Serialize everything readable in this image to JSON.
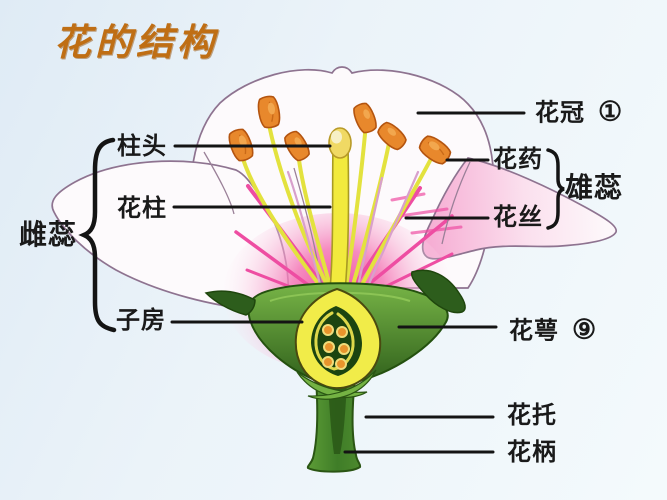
{
  "title": "花的结构",
  "labels": {
    "pistil": {
      "group": "雌蕊",
      "parts": [
        {
          "label": "柱头"
        },
        {
          "label": "花柱"
        },
        {
          "label": "子房"
        }
      ]
    },
    "stamen": {
      "group": "雄蕊",
      "parts": [
        {
          "label": "花药"
        },
        {
          "label": "花丝"
        }
      ]
    },
    "corolla": {
      "label": "花冠",
      "number": "①"
    },
    "calyx": {
      "label": "花萼",
      "number": "⑨"
    },
    "receptacle": {
      "label": "花托"
    },
    "pedicel": {
      "label": "花柄"
    }
  },
  "colors": {
    "background": "#e7f1f8",
    "title_text": "#bf6e14",
    "label_text": "#1a1a1a",
    "leader_line": "#141414",
    "petal_fill": "#fdfafc",
    "petal_outline": "#8e7390",
    "petal_pink": "#ee4da2",
    "filament_yellow": "#e3e23e",
    "anther_orange": "#e8882c",
    "style_yellow": "#f2ea3d",
    "stigma_tip": "#f0d964",
    "calyx_green": "#4f8f2f",
    "sepal_dark_green": "#2d5d1c",
    "ovary_yellow": "#f1ec49",
    "ovary_interior": "#1c4410",
    "ovule_orange": "#e8942c",
    "stem_green": "#3f7d28"
  }
}
